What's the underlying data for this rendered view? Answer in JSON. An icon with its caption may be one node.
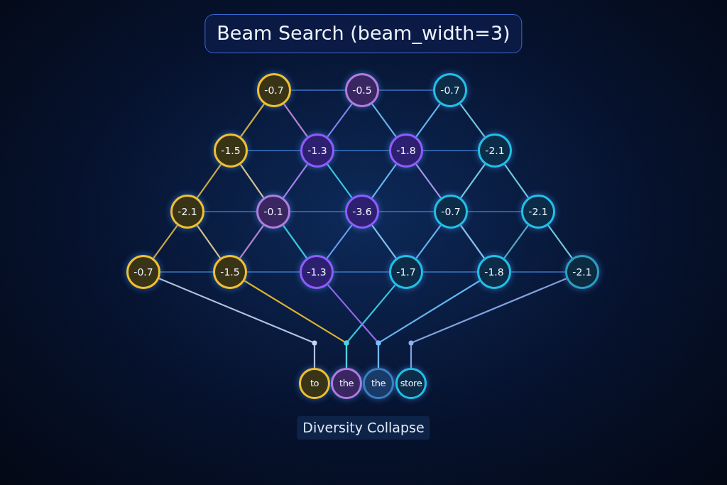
{
  "diagram": {
    "title": "Beam Search (beam_width=3)",
    "caption": "Diversity Collapse",
    "nodes": [
      {
        "text": [
          "-0.7"
        ]
      },
      {
        "text": [
          "-0.5"
        ]
      },
      {
        "text": [
          "-0.7"
        ]
      },
      {
        "text": [
          "-1.5"
        ]
      },
      {
        "text": [
          "-1.3"
        ]
      },
      {
        "text": [
          "-1.8"
        ]
      },
      {
        "text": [
          "-2.1"
        ]
      },
      {
        "text": [
          "-2.1"
        ]
      },
      {
        "text": [
          "-0.1"
        ]
      },
      {
        "text": [
          "-3.6"
        ]
      },
      {
        "text": [
          "-0.7"
        ]
      },
      {
        "text": [
          "-2.1"
        ]
      },
      {
        "text": [
          "-0.7"
        ]
      },
      {
        "text": [
          "-1.5"
        ]
      },
      {
        "text": [
          "-1.3"
        ]
      },
      {
        "text": [
          "-1.7"
        ]
      },
      {
        "text": [
          "-1.8"
        ]
      },
      {
        "text": [
          "-2.1"
        ]
      },
      {
        "text": [
          "to"
        ]
      },
      {
        "text": [
          "the"
        ]
      },
      {
        "text": [
          "the"
        ]
      },
      {
        "text": [
          "store"
        ]
      }
    ],
    "edges": [
      {
        "from": 0,
        "to": 1,
        "arrow": "none"
      },
      {
        "from": 1,
        "to": 2,
        "arrow": "none"
      },
      {
        "from": 3,
        "to": 4,
        "arrow": "none"
      },
      {
        "from": 4,
        "to": 5,
        "arrow": "none"
      },
      {
        "from": 5,
        "to": 6,
        "arrow": "none"
      },
      {
        "from": 7,
        "to": 8,
        "arrow": "none"
      },
      {
        "from": 8,
        "to": 9,
        "arrow": "none"
      },
      {
        "from": 9,
        "to": 10,
        "arrow": "none"
      },
      {
        "from": 10,
        "to": 11,
        "arrow": "none"
      },
      {
        "from": 12,
        "to": 13,
        "arrow": "none"
      },
      {
        "from": 13,
        "to": 14,
        "arrow": "none"
      },
      {
        "from": 14,
        "to": 15,
        "arrow": "none"
      },
      {
        "from": 15,
        "to": 16,
        "arrow": "none"
      },
      {
        "from": 16,
        "to": 17,
        "arrow": "none"
      },
      {
        "from": 0,
        "to": 3,
        "arrow": "none",
        "color": "#e0b84a"
      },
      {
        "from": 0,
        "to": 4,
        "arrow": "none",
        "color": "#c08be0"
      },
      {
        "from": 1,
        "to": 4,
        "arrow": "none",
        "color": "#8f8cff"
      },
      {
        "from": 1,
        "to": 5,
        "arrow": "none",
        "color": "#6fc3ff"
      },
      {
        "from": 2,
        "to": 5,
        "arrow": "none",
        "color": "#6fc3ff"
      },
      {
        "from": 2,
        "to": 6,
        "arrow": "none",
        "color": "#7fd8ee"
      },
      {
        "from": 3,
        "to": 7,
        "arrow": "none",
        "color": "#e0b84a"
      },
      {
        "from": 3,
        "to": 8,
        "arrow": "none",
        "color": "#e8d49a"
      },
      {
        "from": 4,
        "to": 8,
        "arrow": "none",
        "color": "#b48cff"
      },
      {
        "from": 4,
        "to": 9,
        "arrow": "none",
        "color": "#3fd6ee"
      },
      {
        "from": 5,
        "to": 9,
        "arrow": "none",
        "color": "#6fc3ff"
      },
      {
        "from": 5,
        "to": 10,
        "arrow": "none",
        "color": "#b4a0ff"
      },
      {
        "from": 6,
        "to": 10,
        "arrow": "none",
        "color": "#7fd8ee"
      },
      {
        "from": 6,
        "to": 11,
        "arrow": "none",
        "color": "#7fd8ee"
      },
      {
        "from": 7,
        "to": 12,
        "arrow": "none",
        "color": "#e0b84a"
      },
      {
        "from": 7,
        "to": 13,
        "arrow": "none",
        "color": "#e8d49a"
      },
      {
        "from": 8,
        "to": 13,
        "arrow": "none",
        "color": "#c08be0"
      },
      {
        "from": 8,
        "to": 14,
        "arrow": "none",
        "color": "#3fd6ee"
      },
      {
        "from": 9,
        "to": 14,
        "arrow": "none",
        "color": "#6fa8ff"
      },
      {
        "from": 9,
        "to": 15,
        "arrow": "none",
        "color": "#8fd0ff"
      },
      {
        "from": 10,
        "to": 15,
        "arrow": "none",
        "color": "#6fc3ff"
      },
      {
        "from": 10,
        "to": 16,
        "arrow": "none",
        "color": "#8fd0ff"
      },
      {
        "from": 11,
        "to": 16,
        "arrow": "none",
        "color": "#5fb8d0"
      },
      {
        "from": 11,
        "to": 17,
        "arrow": "none",
        "color": "#7fd8ee"
      },
      {
        "from": 12,
        "to": 18,
        "arrow": "none",
        "color": "#c8d4f0"
      },
      {
        "from": 13,
        "to": 19,
        "arrow": "none",
        "color": "#f0c030"
      },
      {
        "from": 15,
        "to": 19,
        "arrow": "none",
        "color": "#3fd6ee"
      },
      {
        "from": 14,
        "to": 20,
        "arrow": "none",
        "color": "#a070ff"
      },
      {
        "from": 16,
        "to": 20,
        "arrow": "none",
        "color": "#6fc3ff"
      },
      {
        "from": 17,
        "to": 21,
        "arrow": "none",
        "color": "#8fb0f0"
      }
    ]
  }
}
